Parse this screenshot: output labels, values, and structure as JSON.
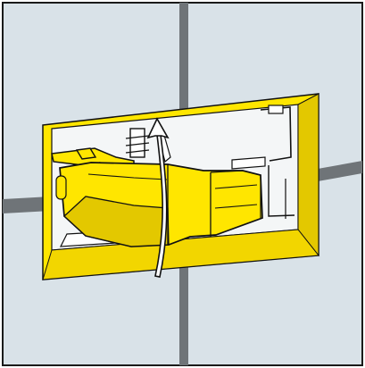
{
  "illustration": {
    "icons": {
      "wall": "tiled-wall",
      "cavity": "installation-cavity",
      "module": "yellow-flush-module",
      "arrow": "curved-rotate-arrow"
    },
    "colors": {
      "background": "#ffffff",
      "wall_tile": "#d9e2e8",
      "tile_grout": "#6f7478",
      "frame_border": "#1a1a1a",
      "highlight_yellow": "#ffe600",
      "yellow_shadow": "#e3c800",
      "cavity_interior": "#f4f6f7",
      "line": "#111111",
      "arrow_fill": "#ffffff"
    }
  }
}
